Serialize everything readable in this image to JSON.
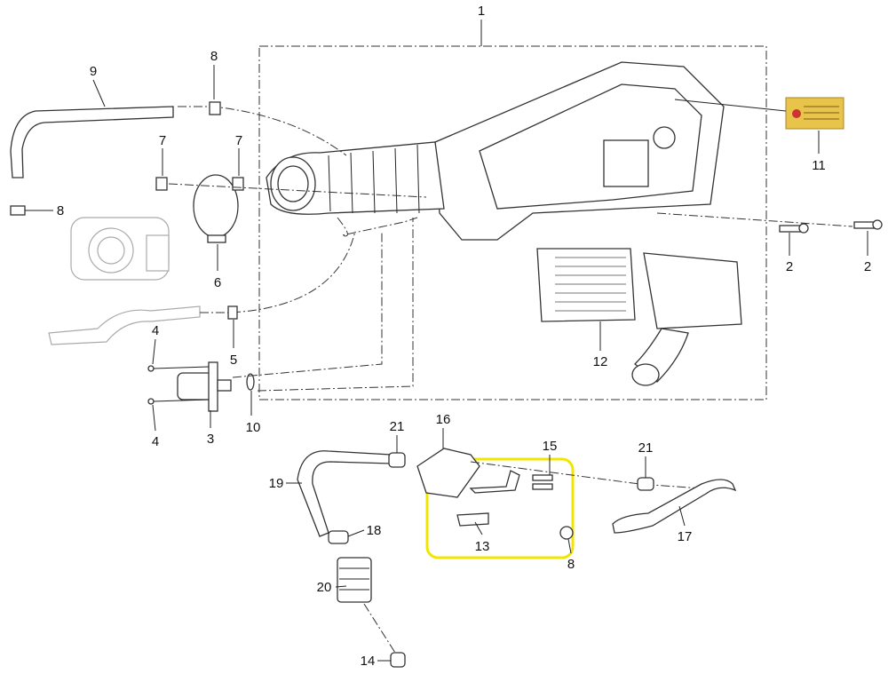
{
  "diagram": {
    "title": "Air filter assembly exploded parts diagram",
    "highlight_color": "#f2e600",
    "label_color": "#e8c44a",
    "callouts": [
      {
        "id": "c1",
        "text": "1"
      },
      {
        "id": "c9",
        "text": "9"
      },
      {
        "id": "c8a",
        "text": "8"
      },
      {
        "id": "c7a",
        "text": "7"
      },
      {
        "id": "c7b",
        "text": "7"
      },
      {
        "id": "c8b",
        "text": "8"
      },
      {
        "id": "c6",
        "text": "6"
      },
      {
        "id": "c4a",
        "text": "4"
      },
      {
        "id": "c5",
        "text": "5"
      },
      {
        "id": "c4b",
        "text": "4"
      },
      {
        "id": "c3",
        "text": "3"
      },
      {
        "id": "c10",
        "text": "10"
      },
      {
        "id": "c11",
        "text": "11"
      },
      {
        "id": "c2a",
        "text": "2"
      },
      {
        "id": "c2b",
        "text": "2"
      },
      {
        "id": "c12",
        "text": "12"
      },
      {
        "id": "c16",
        "text": "16"
      },
      {
        "id": "c21a",
        "text": "21"
      },
      {
        "id": "c15",
        "text": "15"
      },
      {
        "id": "c21b",
        "text": "21"
      },
      {
        "id": "c19",
        "text": "19"
      },
      {
        "id": "c18",
        "text": "18"
      },
      {
        "id": "c13",
        "text": "13"
      },
      {
        "id": "c8c",
        "text": "8"
      },
      {
        "id": "c17",
        "text": "17"
      },
      {
        "id": "c20",
        "text": "20"
      },
      {
        "id": "c14",
        "text": "14"
      }
    ]
  }
}
